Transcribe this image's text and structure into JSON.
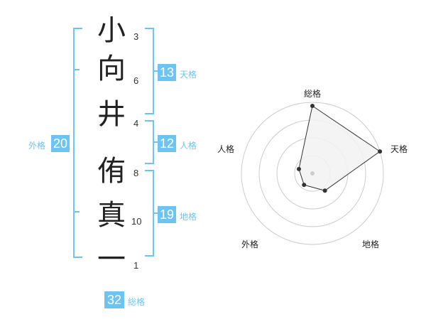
{
  "name_chars": [
    "小",
    "向",
    "井",
    "侑",
    "真",
    "一"
  ],
  "strokes": [
    "3",
    "6",
    "4",
    "8",
    "10",
    "1"
  ],
  "kaku": {
    "tenkaku": {
      "value": "13",
      "label": "天格"
    },
    "jinkaku": {
      "value": "12",
      "label": "人格"
    },
    "chikaku": {
      "value": "19",
      "label": "地格"
    },
    "gaikaku": {
      "value": "20",
      "label": "外格"
    },
    "soukaku": {
      "value": "32",
      "label": "総格"
    }
  },
  "radar": {
    "labels": {
      "top": "総格",
      "right": "天格",
      "bottom_right": "地格",
      "bottom_left": "外格",
      "left": "人格"
    },
    "scores": {
      "soukaku": 0.95,
      "tenkaku": 1.0,
      "chikaku": 0.3,
      "gaikaku": 0.2,
      "jinkaku": 0.2
    },
    "rings": 4,
    "colors": {
      "fill": "#f2f2f2",
      "stroke": "#333333",
      "ring": "#cccccc",
      "center": "#cccccc"
    }
  },
  "colors": {
    "accent": "#6dc4f2"
  }
}
